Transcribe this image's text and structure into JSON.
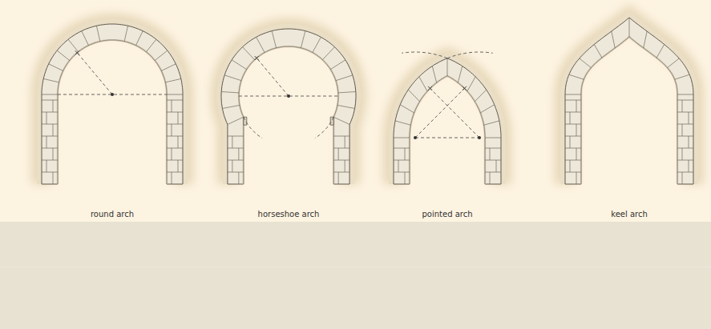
{
  "diagram": {
    "labels": [
      "round arch",
      "horseshoe arch",
      "pointed arch",
      "keel arch"
    ]
  }
}
